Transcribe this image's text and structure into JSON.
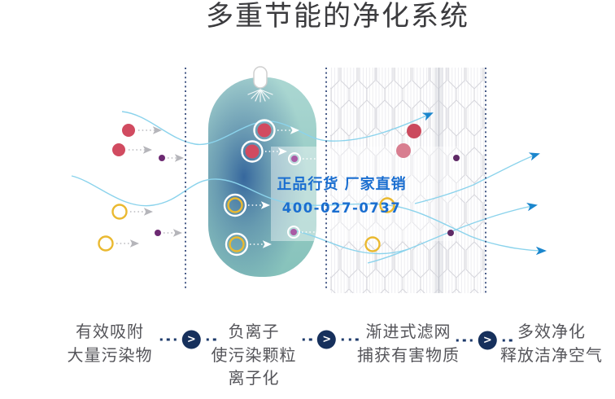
{
  "title": "多重节能的净化系统",
  "watermark": {
    "line1": "正品行货 厂家直销",
    "line2": "400-027-0737"
  },
  "steps": [
    {
      "lines": [
        "有效吸附",
        "大量污染物"
      ]
    },
    {
      "lines": [
        "负离子",
        "使污染颗粒",
        "离子化"
      ]
    },
    {
      "lines": [
        "渐进式滤网",
        "捕获有害物质"
      ]
    },
    {
      "lines": [
        "多效净化",
        "释放洁净空气"
      ]
    }
  ],
  "connector_symbol": ">",
  "colors": {
    "title_text": "#3b3b3e",
    "step_text": "#55555a",
    "connector_navy": "#16305c",
    "watermark_blue": "#1a6ed0",
    "flow_line_blue": "#8bd3ec",
    "flow_arrow_blue": "#1b86cd",
    "particle_red": "#d14b60",
    "particle_pink": "#d87e90",
    "particle_purple_dark": "#6d2a72",
    "particle_purple_light": "#a95ba5",
    "particle_yellow": "#eab930",
    "device_teal_top": "#abd7d2",
    "device_teal_bottom": "#86c2bb",
    "device_core_blue": "#2b5c99",
    "mesh_gray": "#d5d5db",
    "separator_navy": "#33497a"
  }
}
